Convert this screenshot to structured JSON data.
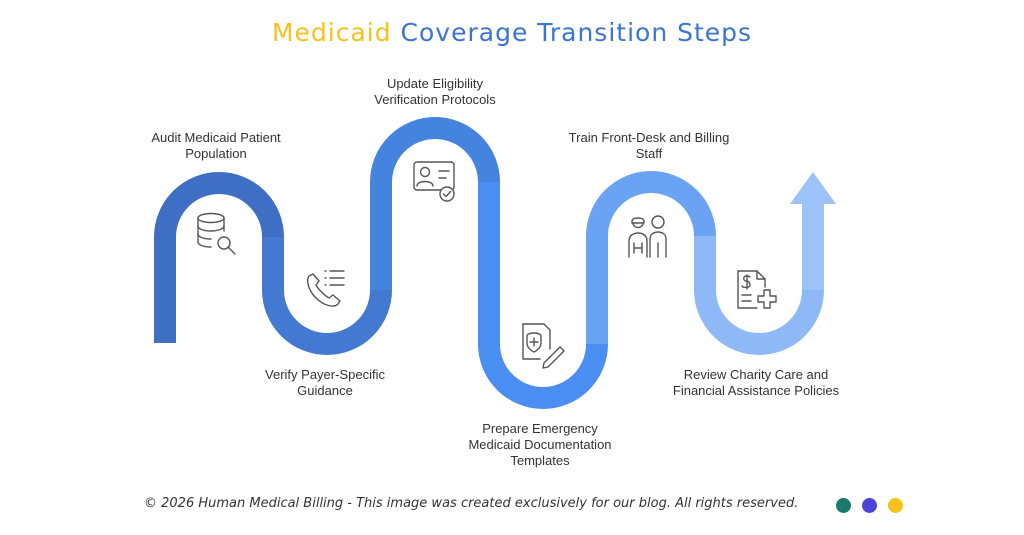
{
  "title": {
    "part1": "Medicaid",
    "part2": "Coverage Transition Steps"
  },
  "colors": {
    "title_accent": "#f4c21a",
    "title_main": "#3a74d6",
    "path_start": "#3f6fc4",
    "path_mid": "#4b8ef2",
    "path_end": "#9cc2f7",
    "dots": [
      "#1b7a6e",
      "#4b46d8",
      "#f4c21a"
    ]
  },
  "steps": [
    {
      "label": "Audit Medicaid Patient Population",
      "icon": "database-search-icon"
    },
    {
      "label": "Verify Payer-Specific Guidance",
      "icon": "phone-list-icon"
    },
    {
      "label": "Update Eligibility Verification Protocols",
      "icon": "id-card-check-icon"
    },
    {
      "label": "Prepare Emergency Medicaid Documentation Templates",
      "icon": "medical-document-edit-icon"
    },
    {
      "label": "Train Front-Desk and Billing Staff",
      "icon": "doctor-staff-icon"
    },
    {
      "label": "Review Charity Care and Financial Assistance Policies",
      "icon": "billing-medical-document-icon"
    }
  ],
  "footer": "© 2026 Human Medical Billing - This image was created exclusively for our blog. All rights reserved."
}
